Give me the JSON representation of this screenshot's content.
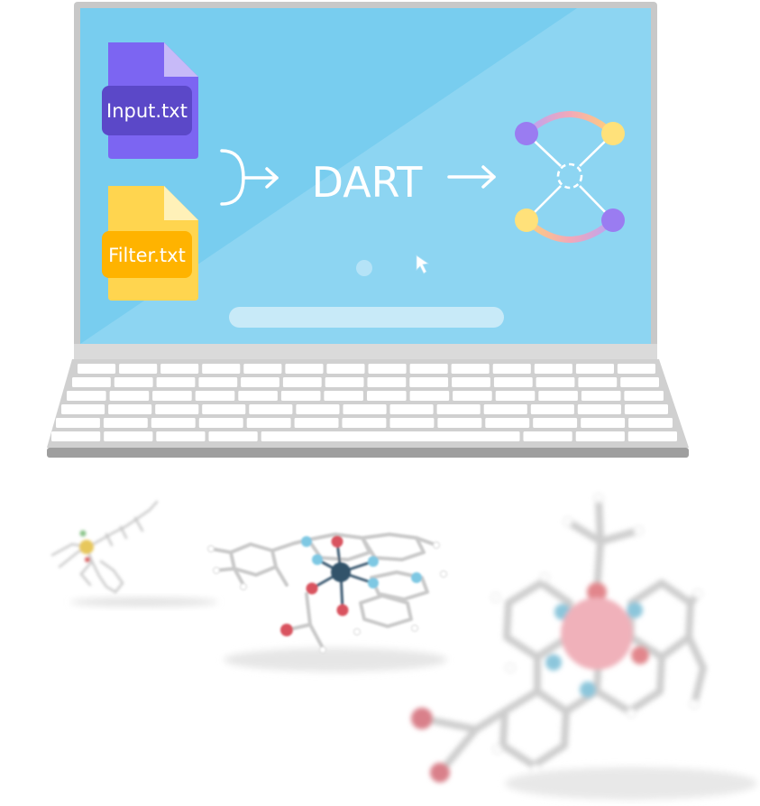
{
  "files": {
    "input": {
      "label": "Input.txt"
    },
    "filter": {
      "label": "Filter.txt"
    }
  },
  "app": {
    "name": "DART"
  },
  "colors": {
    "screen": "#79CDEF",
    "bezel": "#C9C9C9",
    "input_file": "#7A63F0",
    "input_label": "#5A47C9",
    "filter_file": "#FFD54F",
    "filter_label": "#FFB300",
    "node_purple": "#9C7CF0",
    "node_yellow": "#FFE082",
    "ring_accent": "#F4A7A7"
  },
  "icons": {
    "merge_arrow": "merge-arrow-icon",
    "right_arrow": "arrow-right-icon",
    "network": "network-graph-icon",
    "cursor": "cursor-icon"
  }
}
